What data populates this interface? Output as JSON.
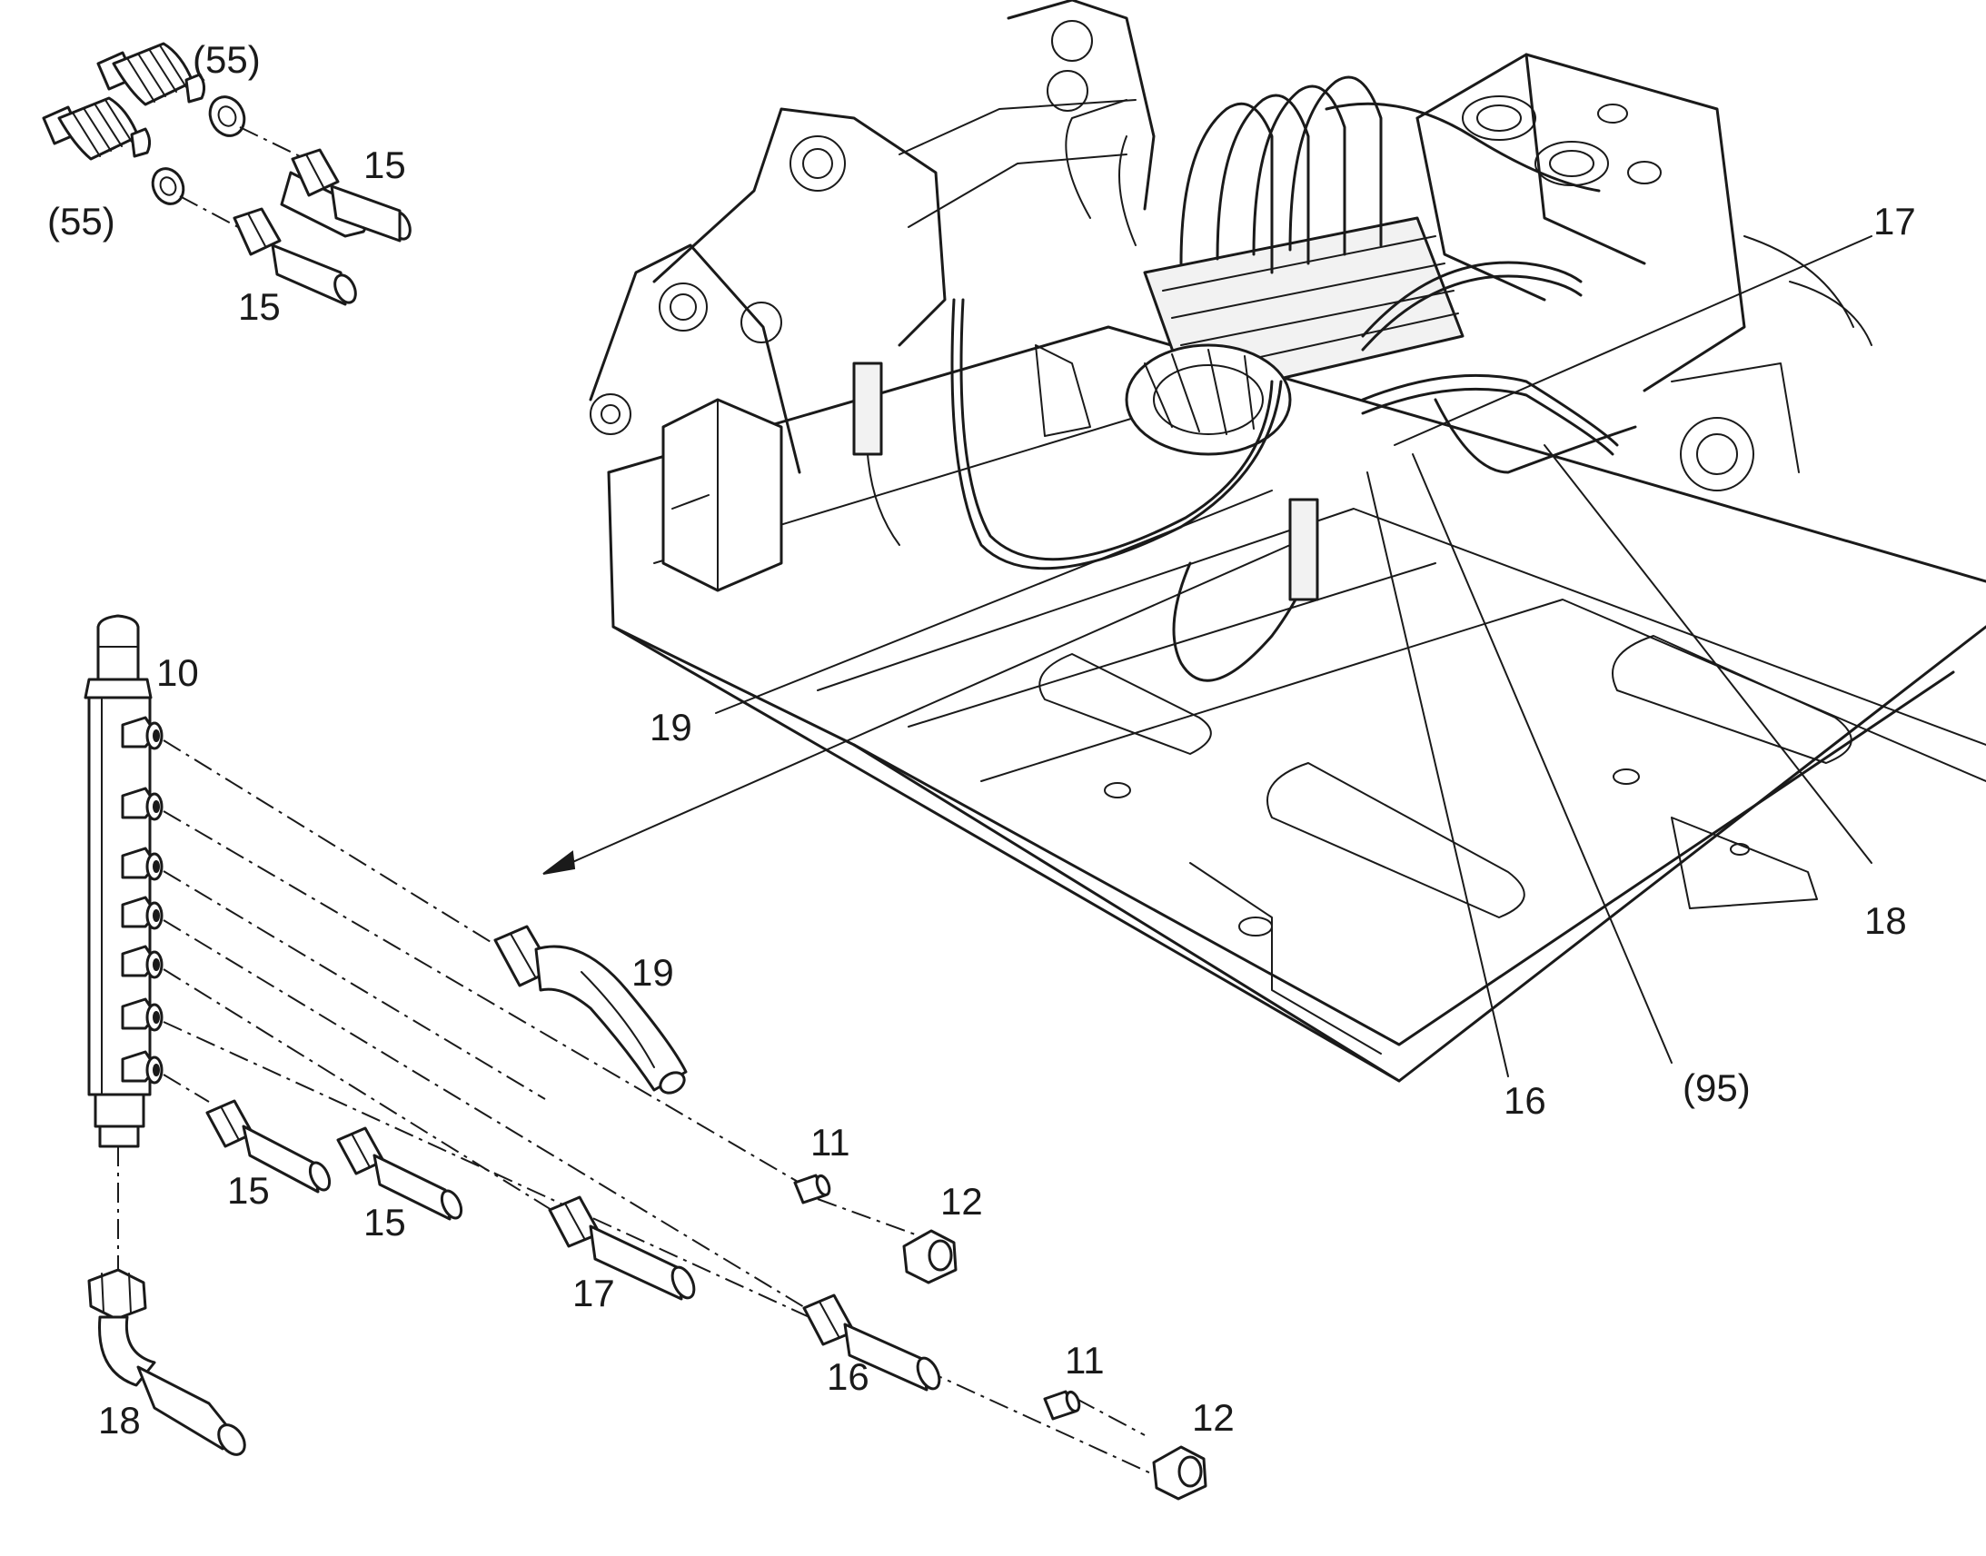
{
  "diagram": {
    "colors": {
      "line": "#1a1a1a",
      "background": "#ffffff",
      "fill_light": "#f2f2f2"
    },
    "callouts": {
      "p55_upper": "(55)",
      "p55_lower": "(55)",
      "p15_top_right": "15",
      "p15_top_left": "15",
      "p17_machine": "17",
      "p19_machine": "19",
      "p18_machine": "18",
      "p16_machine": "16",
      "p95_machine": "(95)",
      "p10": "10",
      "p19_hose": "19",
      "p11_upper": "11",
      "p12_upper": "12",
      "p15_lower_a": "15",
      "p15_lower_b": "15",
      "p17_hose": "17",
      "p16_hose": "16",
      "p11_lower": "11",
      "p12_lower": "12",
      "p18_hose": "18"
    }
  }
}
